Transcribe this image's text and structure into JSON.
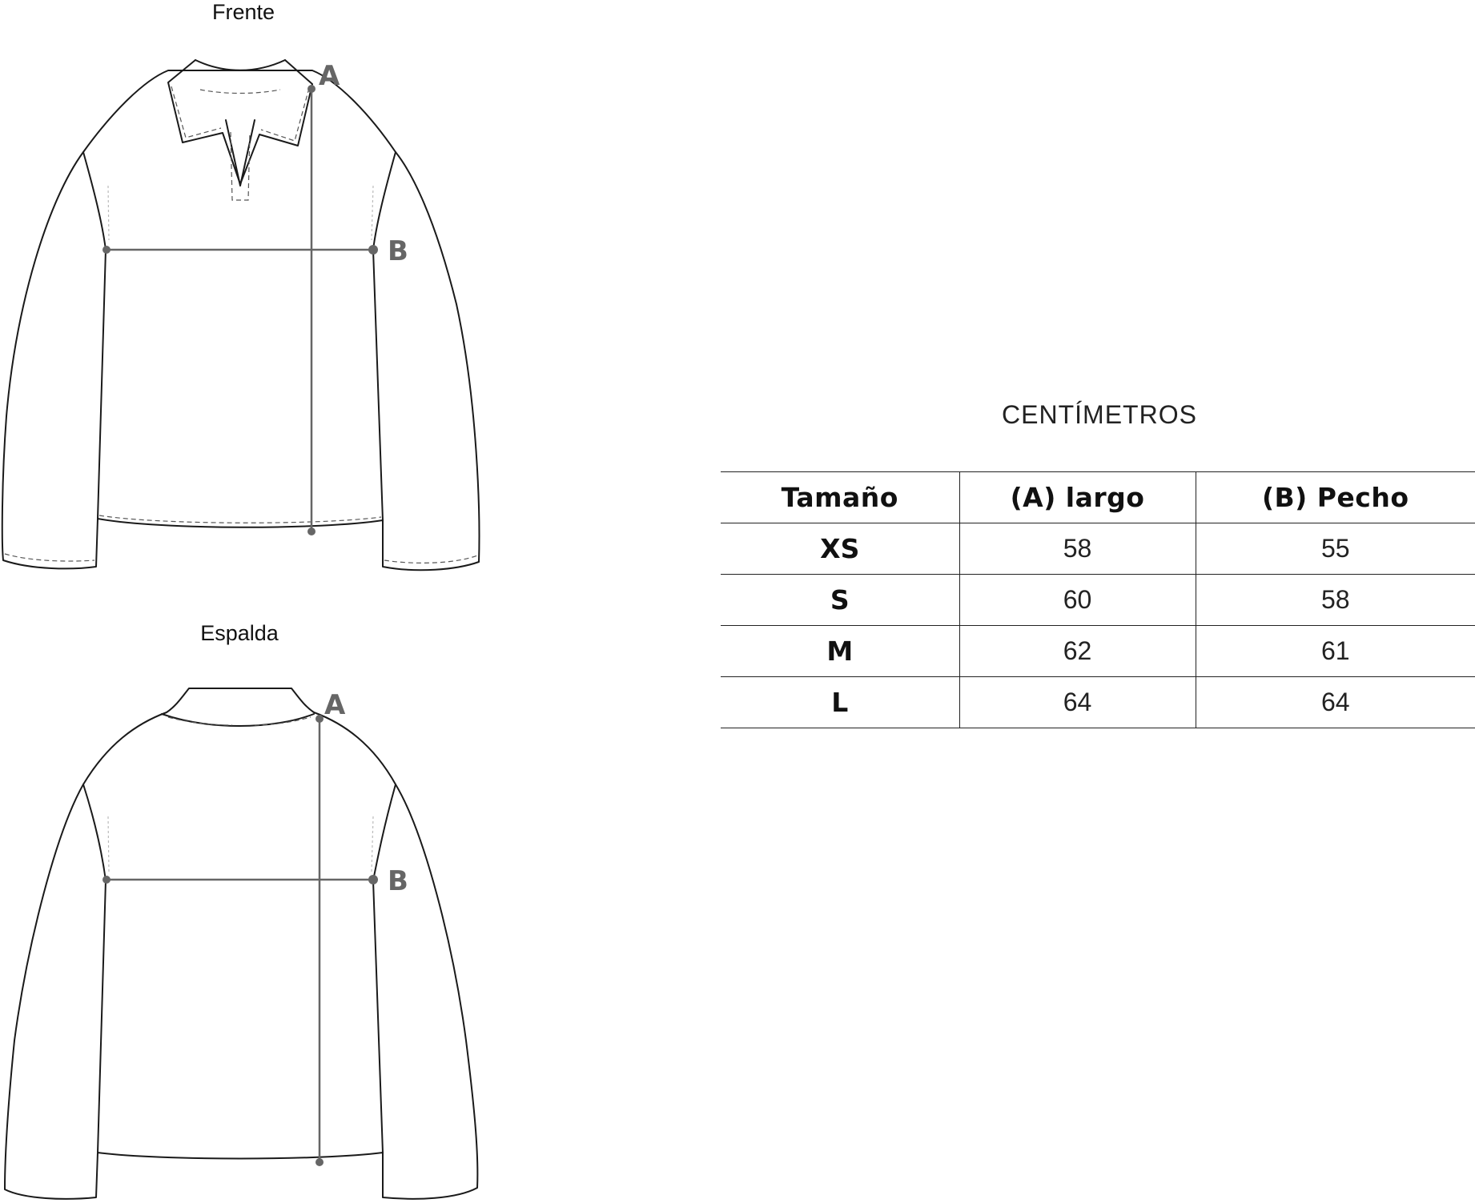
{
  "views": {
    "front": {
      "title": "Frente",
      "label_a": "A",
      "label_b": "B"
    },
    "back": {
      "title": "Espalda",
      "label_a": "A",
      "label_b": "B"
    }
  },
  "table": {
    "units": "CENTÍMETROS",
    "headers": [
      "Tamaño",
      "(A) largo",
      "(B) Pecho"
    ],
    "rows": [
      {
        "size": "XS",
        "largo": "58",
        "pecho": "55"
      },
      {
        "size": "S",
        "largo": "60",
        "pecho": "58"
      },
      {
        "size": "M",
        "largo": "62",
        "pecho": "61"
      },
      {
        "size": "L",
        "largo": "64",
        "pecho": "64"
      }
    ]
  }
}
